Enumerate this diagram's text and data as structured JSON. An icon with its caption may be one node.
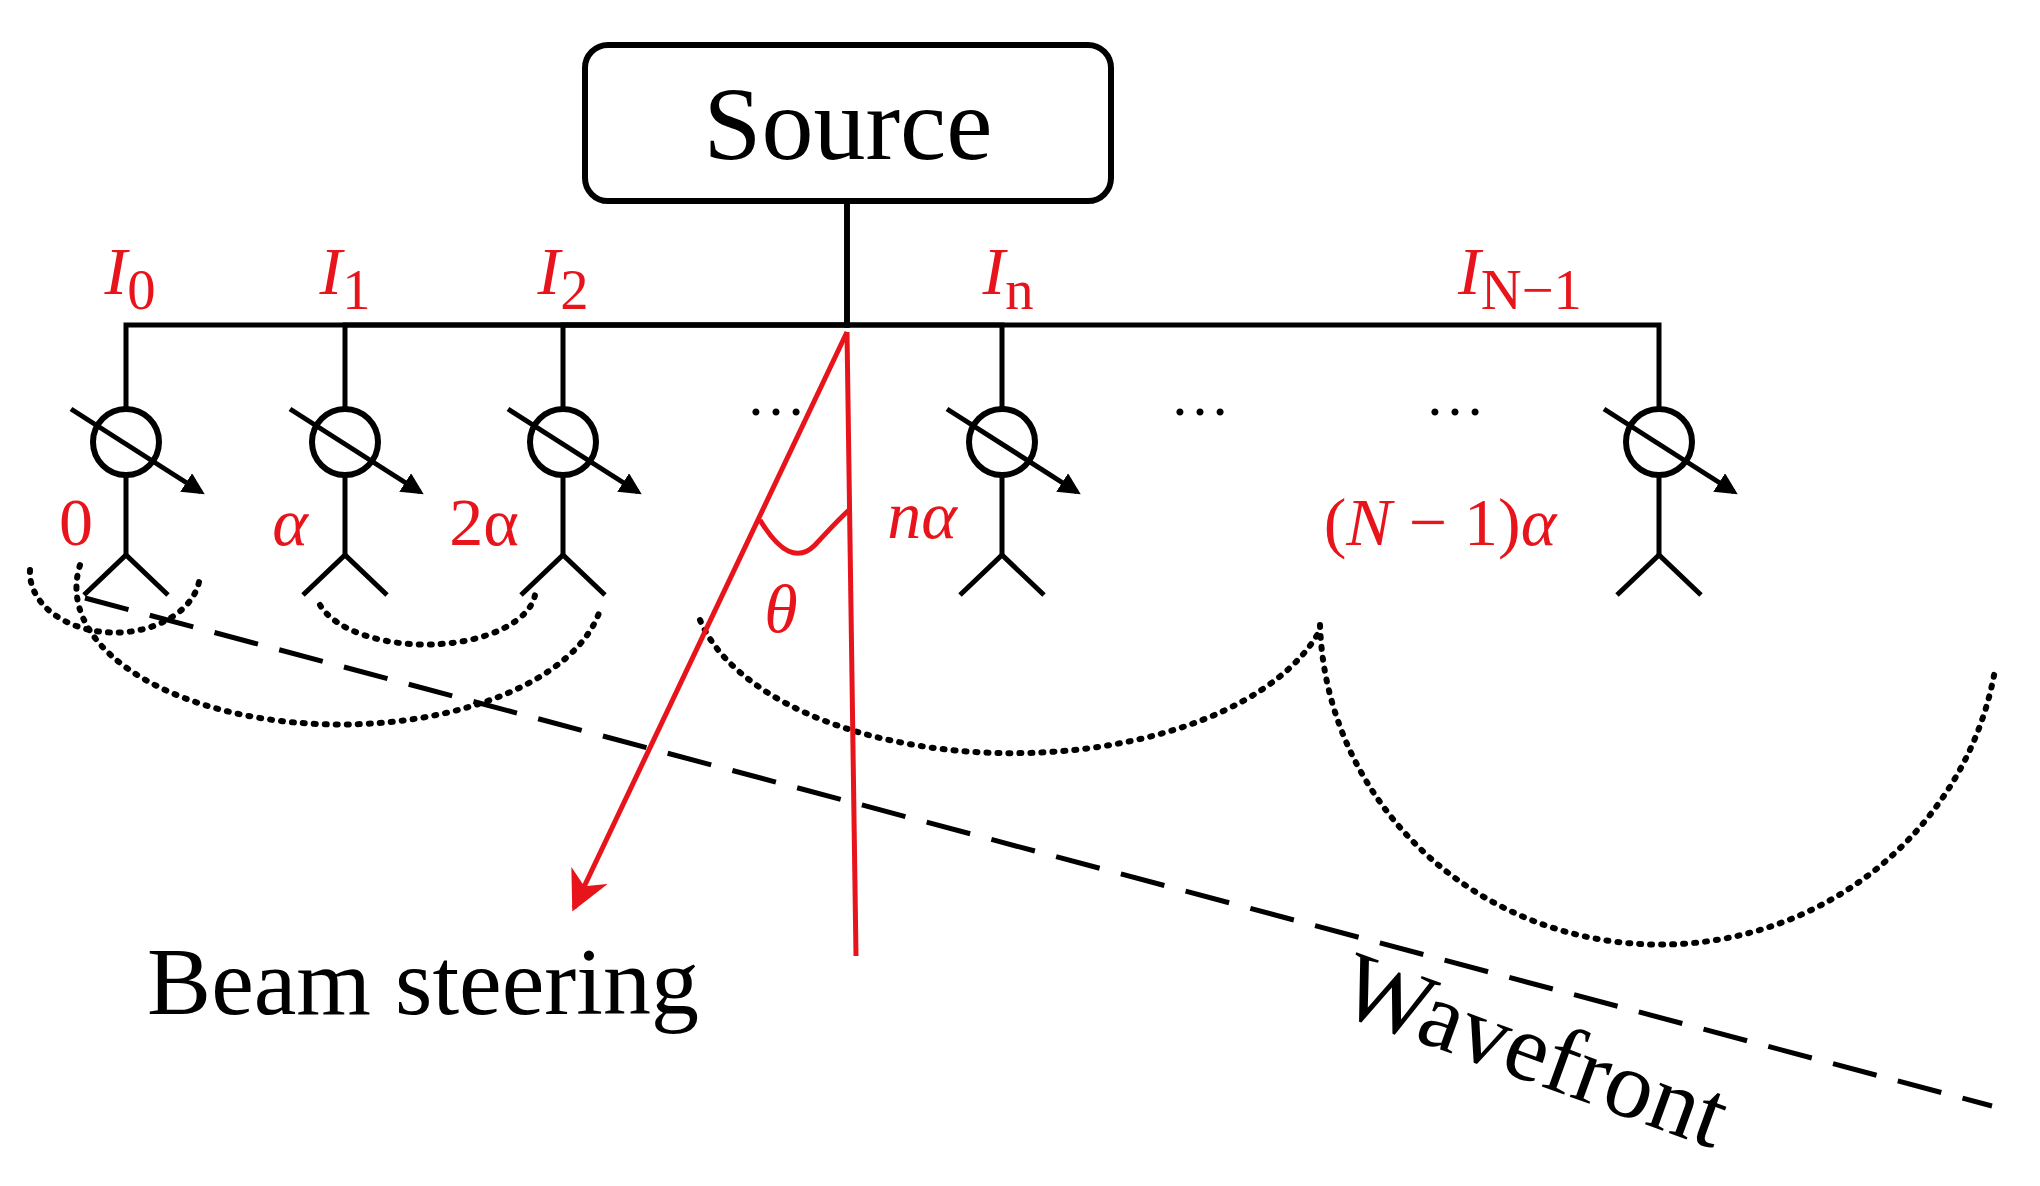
{
  "diagram": {
    "nodes": [
      {
        "text": [
          "Source"
        ]
      },
      {
        "text": [],
        "shape": "antenna"
      },
      {
        "text": [],
        "shape": "antenna"
      },
      {
        "text": [],
        "shape": "antenna"
      },
      {
        "text": [],
        "shape": "antenna"
      },
      {
        "text": [],
        "shape": "antenna"
      }
    ],
    "edges": [
      {
        "from": 0,
        "to": 1,
        "arrow": "none"
      },
      {
        "from": 0,
        "to": 2,
        "arrow": "none"
      },
      {
        "from": 0,
        "to": 3,
        "arrow": "none"
      },
      {
        "from": 0,
        "to": 4,
        "arrow": "none"
      },
      {
        "from": 0,
        "to": 5,
        "arrow": "none"
      }
    ],
    "labels": [
      "*I*$_{0}$",
      "*I*$_{1}$",
      "*I*$_{2}$",
      "*I*$_{n}$",
      "*I*$_{N−1}$",
      "…",
      "…",
      "…",
      "0",
      "*α*",
      "2α",
      "*nα*",
      "(*N* − 1)*α*",
      "*θ*",
      "Beam steering",
      "Wavefront"
    ]
  }
}
